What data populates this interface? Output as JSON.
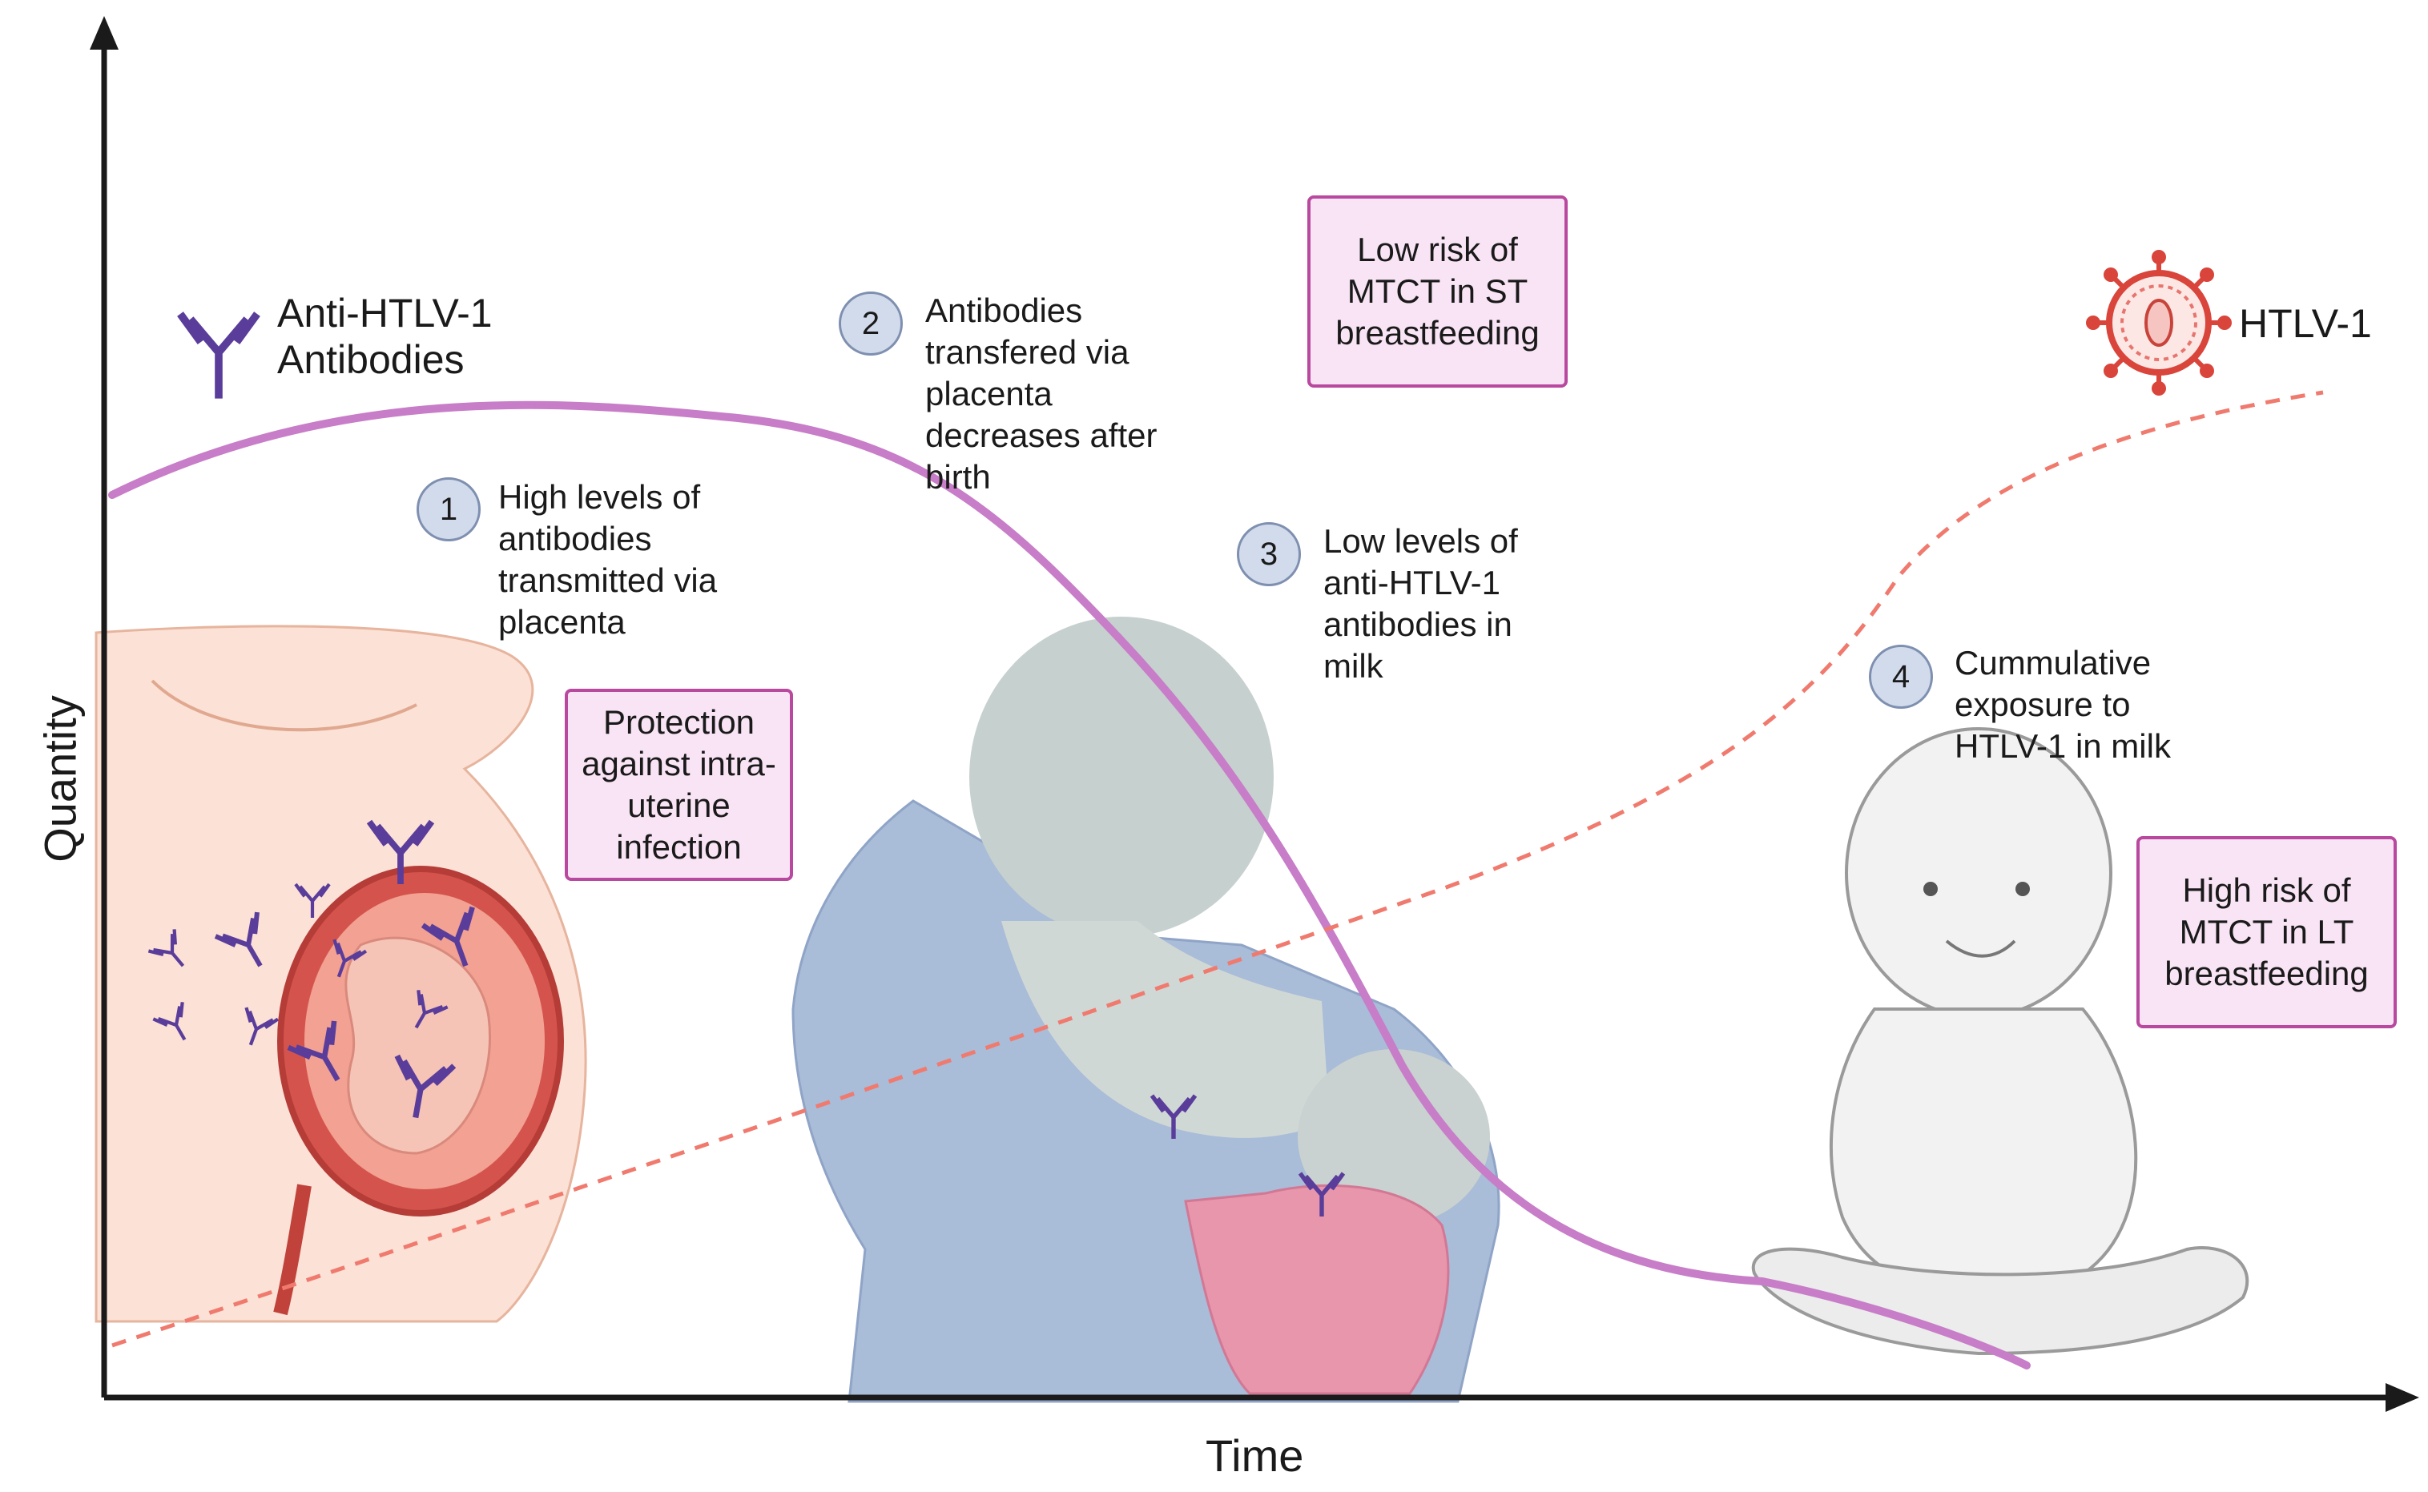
{
  "axes": {
    "y_label": "Quantity",
    "x_label": "Time"
  },
  "legend": {
    "antibody_label": "Anti-HTLV-1 Antibodies",
    "virus_label": "HTLV-1"
  },
  "steps": [
    {
      "number": "1",
      "text": "High levels of antibodies transmitted via placenta"
    },
    {
      "number": "2",
      "text": "Antibodies transfered via placenta decreases after birth"
    },
    {
      "number": "3",
      "text": "Low levels of anti-HTLV-1 antibodies in milk"
    },
    {
      "number": "4",
      "text": "Cummulative exposure to HTLV-1 in milk"
    }
  ],
  "boxes": [
    {
      "text": "Protection against intra-uterine infection"
    },
    {
      "text": "Low risk of MTCT in ST breastfeeding"
    },
    {
      "text": "High risk of MTCT in LT breastfeeding"
    }
  ],
  "colors": {
    "antibody_curve": "#c77dc7",
    "htlv_curve": "#f07a6e",
    "box_fill": "#f9e4f5",
    "box_border": "#b9489f",
    "antibody_icon": "#5a3d9a",
    "badge_fill": "#d2dbec",
    "axis": "#1a1a1a"
  }
}
